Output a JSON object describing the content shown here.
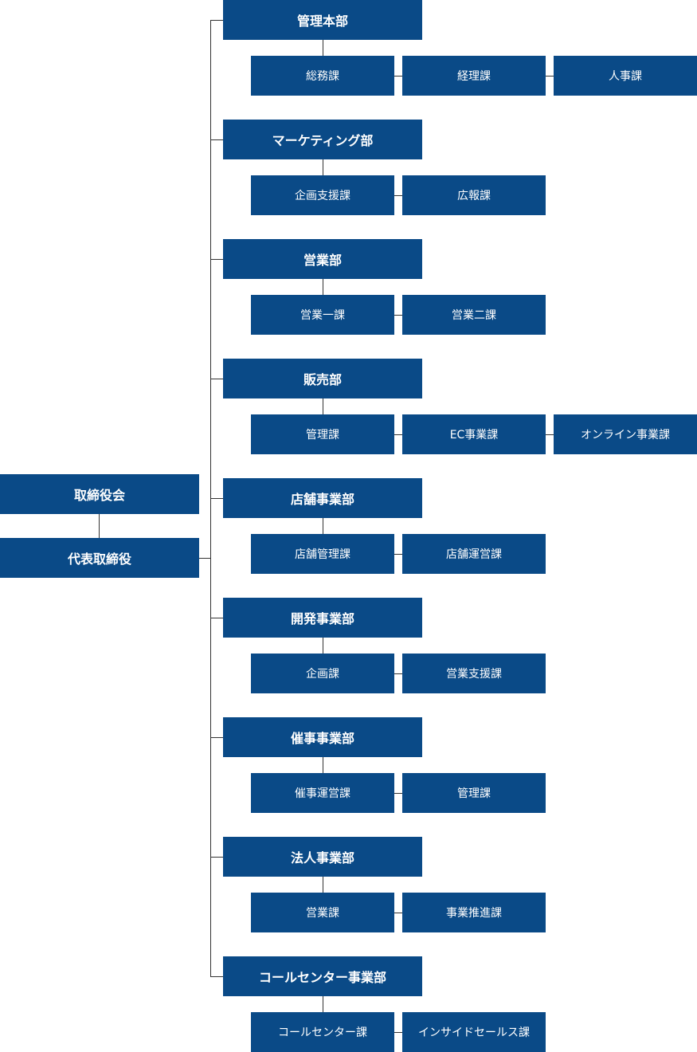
{
  "org": {
    "board": "取締役会",
    "ceo": "代表取締役",
    "departments": [
      {
        "name": "管理本部",
        "sections": [
          "総務課",
          "経理課",
          "人事課"
        ]
      },
      {
        "name": "マーケティング部",
        "sections": [
          "企画支援課",
          "広報課"
        ]
      },
      {
        "name": "営業部",
        "sections": [
          "営業一課",
          "営業二課"
        ]
      },
      {
        "name": "販売部",
        "sections": [
          "管理課",
          "EC事業課",
          "オンライン事業課"
        ]
      },
      {
        "name": "店舗事業部",
        "sections": [
          "店舗管理課",
          "店舗運営課"
        ]
      },
      {
        "name": "開発事業部",
        "sections": [
          "企画課",
          "営業支援課"
        ]
      },
      {
        "name": "催事事業部",
        "sections": [
          "催事運営課",
          "管理課"
        ]
      },
      {
        "name": "法人事業部",
        "sections": [
          "営業課",
          "事業推進課"
        ]
      },
      {
        "name": "コールセンター事業部",
        "sections": [
          "コールセンター課",
          "インサイドセールス課"
        ]
      }
    ]
  },
  "colors": {
    "box": "#0a4a87",
    "text": "#ffffff",
    "line": "#333333"
  }
}
